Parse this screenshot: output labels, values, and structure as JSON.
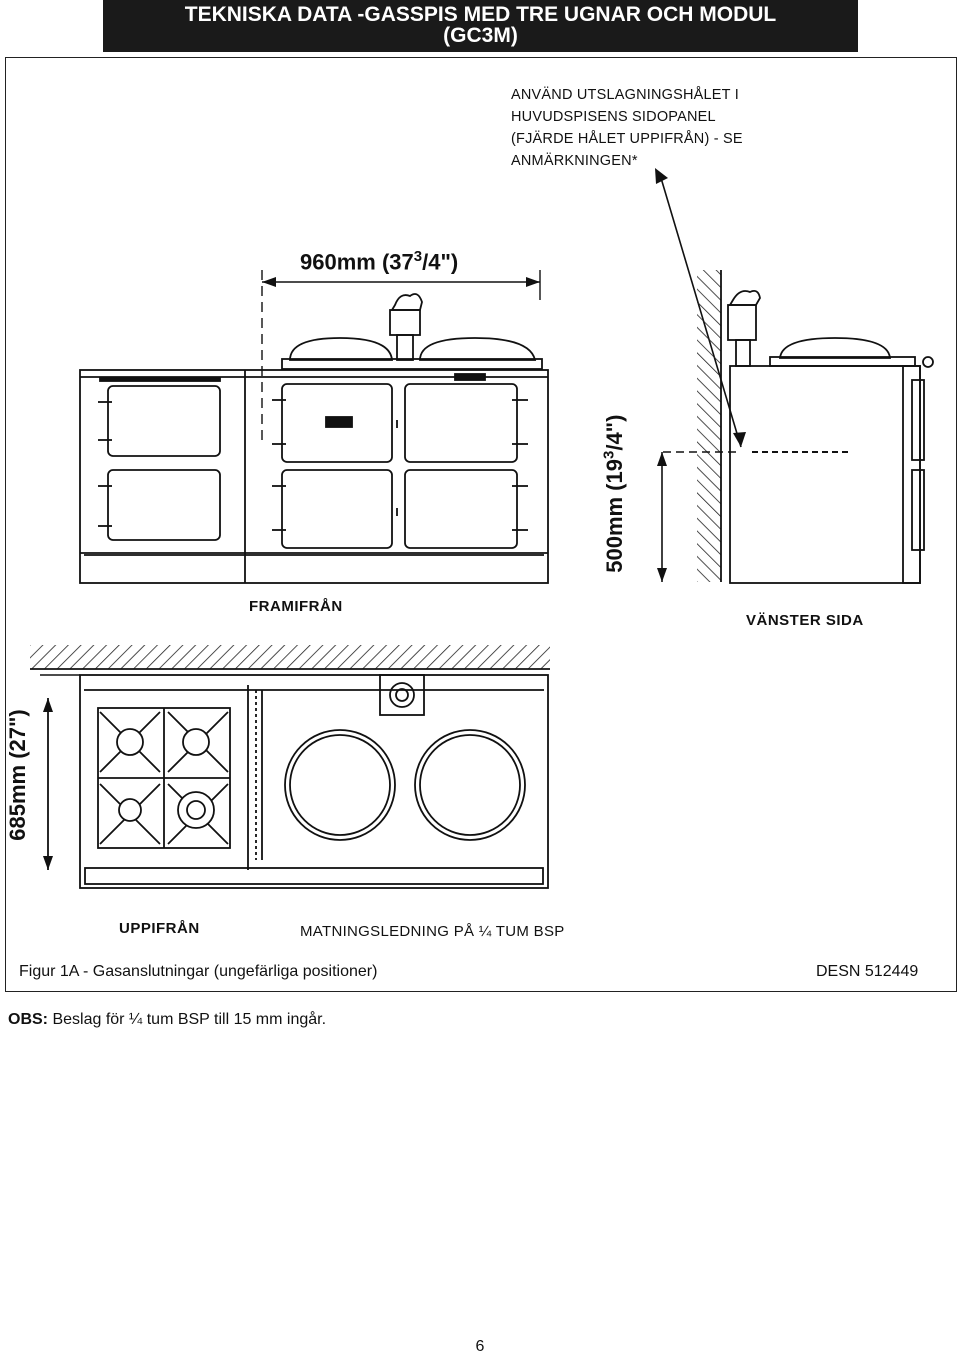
{
  "header": {
    "title_line1": "TEKNISKA DATA -GASSPIS MED TRE UGNAR OCH MODUL",
    "title_line2": "(GC3M)"
  },
  "note": {
    "lines": [
      "ANVÄND UTSLAGNINGSHÅLET I",
      "HUVUDSPISENS SIDOPANEL",
      "(FJÄRDE HÅLET UPPIFRÅN) - SE",
      "ANMÄRKNINGEN*"
    ]
  },
  "dimensions": {
    "width": "960mm (37",
    "width_frac_num": "3",
    "width_frac_den": "/4\")",
    "height": "500mm (19",
    "height_frac_num": "3",
    "height_frac_den": "/4\")",
    "depth": "685mm (27\")"
  },
  "views": {
    "front": "FRAMIFRÅN",
    "left_side": "VÄNSTER SIDA",
    "top": "UPPIFRÅN"
  },
  "supply_label": "MATNINGSLEDNING PÅ ¼ TUM BSP",
  "caption": "Figur 1A - Gasanslutningar (ungefärliga positioner)",
  "design_ref": "DESN 512449",
  "footnote": {
    "prefix": "OBS:",
    "text": " Beslag för ¼ tum BSP till 15 mm ingår."
  },
  "page_number": "6"
}
